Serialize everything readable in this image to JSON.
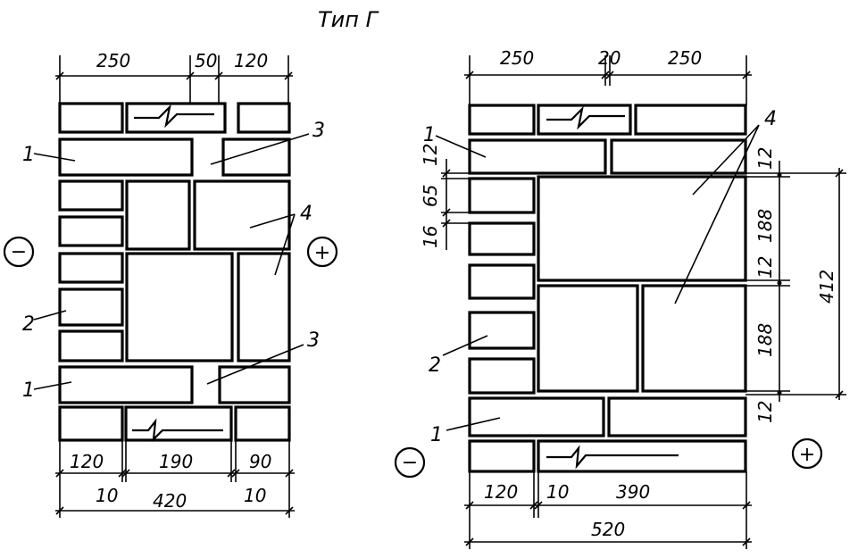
{
  "title": "Тип Г",
  "left_diagram": {
    "top_dims": [
      "250",
      "50",
      "120"
    ],
    "bottom_dims_upper": [
      "120",
      "190",
      "90"
    ],
    "bottom_dims_lower": [
      "10",
      "420",
      "10"
    ],
    "labels": {
      "l1a": "1",
      "l1b": "1",
      "l2": "2",
      "l3a": "3",
      "l3b": "3",
      "l4": "4"
    },
    "minus": "−",
    "plus": "+"
  },
  "right_diagram": {
    "top_dims": [
      "250",
      "20",
      "250"
    ],
    "left_dims": [
      "12",
      "65",
      "16"
    ],
    "right_dims": [
      "12",
      "188",
      "12",
      "188",
      "12"
    ],
    "overall_height": "412",
    "bottom_dims_upper": [
      "120",
      "10",
      "390"
    ],
    "bottom_dims_lower": [
      "520"
    ],
    "labels": {
      "l1a": "1",
      "l1b": "1",
      "l2": "2",
      "l4": "4"
    },
    "minus": "−",
    "plus": "+"
  }
}
